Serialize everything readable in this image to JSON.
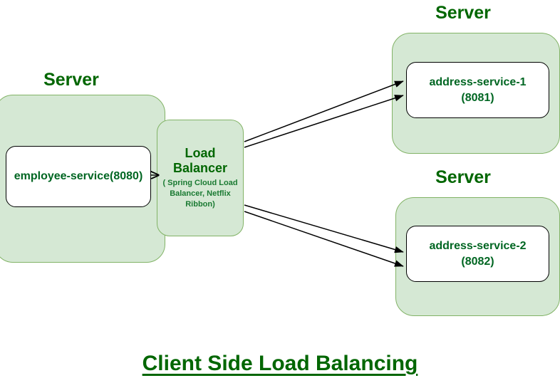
{
  "diagram": {
    "title": "Client Side Load Balancing",
    "colors": {
      "server_fill": "#d5e8d4",
      "server_border": "#82b366",
      "text_green": "#006600",
      "service_text_green": "#006622",
      "service_box_fill": "#ffffff",
      "service_box_border": "#000000",
      "arrow": "#000000",
      "background": "#ffffff"
    },
    "servers": [
      {
        "caption": "Server",
        "service": {
          "name": "employee-service(8080)",
          "port_line": ""
        }
      },
      {
        "caption": "Server",
        "service": {
          "name": "address-service-1",
          "port_line": "(8081)"
        }
      },
      {
        "caption": "Server",
        "service": {
          "name": "address-service-2",
          "port_line": "(8082)"
        }
      }
    ],
    "load_balancer": {
      "title_line_1": "Load",
      "title_line_2": "Balancer",
      "subtitle_line_1": "( Spring Cloud Load",
      "subtitle_line_2": "Balancer, Netflix",
      "subtitle_line_3": "Ribbon)"
    },
    "connections": [
      {
        "from": "load-balancer",
        "to": "employee-service",
        "direction": "left",
        "count": 1
      },
      {
        "from": "load-balancer",
        "to": "address-service-1",
        "direction": "up-right",
        "count": 2
      },
      {
        "from": "load-balancer",
        "to": "address-service-2",
        "direction": "down-right",
        "count": 2
      }
    ]
  }
}
